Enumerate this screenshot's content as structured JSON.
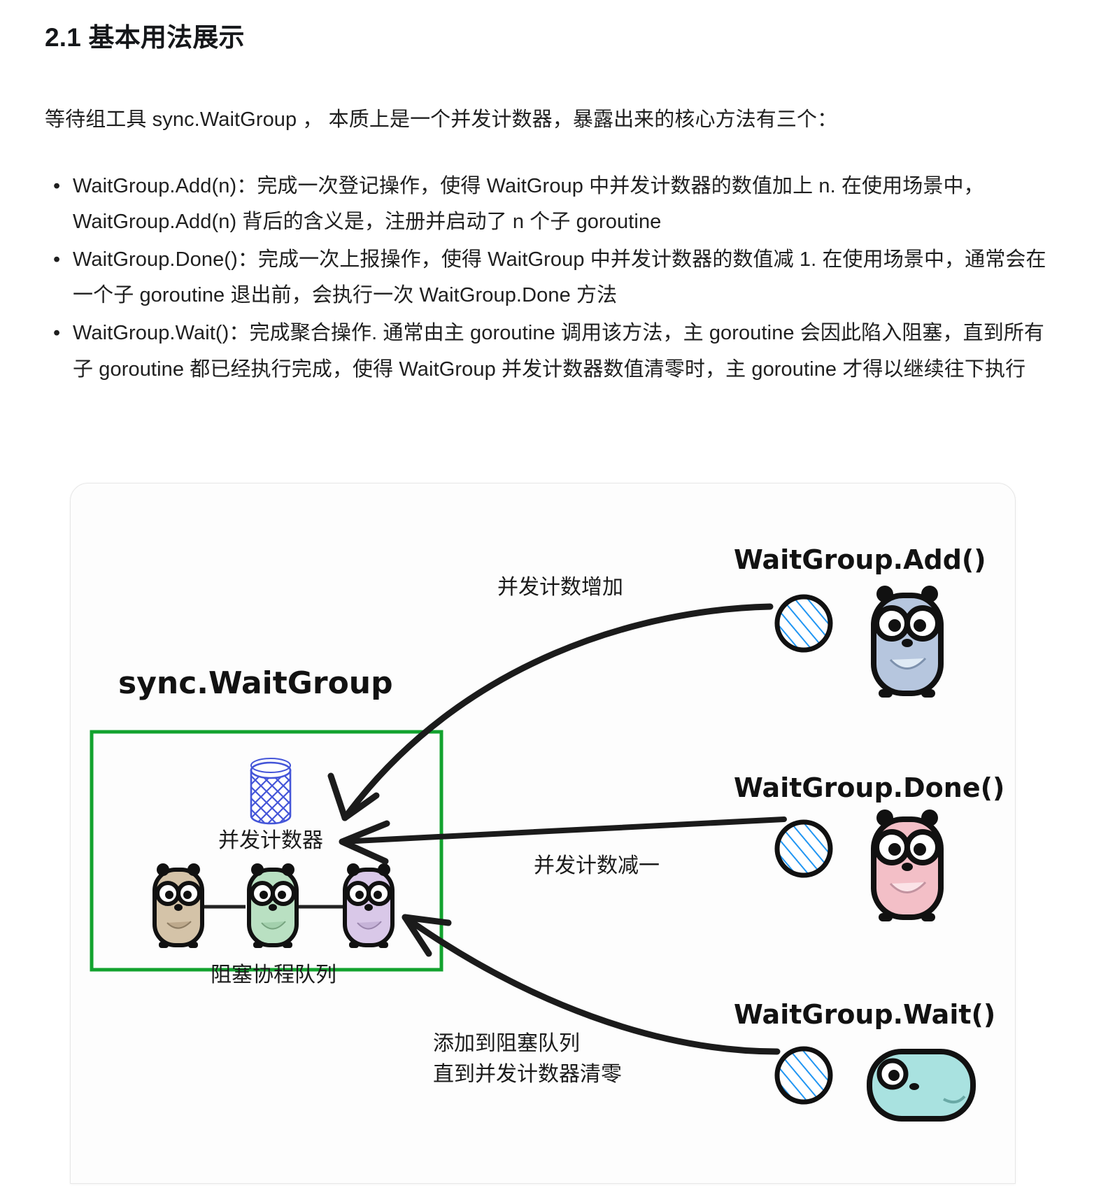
{
  "heading": "2.1 基本用法展示",
  "intro": "等待组工具 sync.WaitGroup ， 本质上是一个并发计数器，暴露出来的核心方法有三个：",
  "bullet_symbol": "•",
  "methods": [
    {
      "text": "WaitGroup.Add(n)：完成一次登记操作，使得 WaitGroup 中并发计数器的数值加上 n. 在使用场景中，WaitGroup.Add(n) 背后的含义是，注册并启动了 n 个子 goroutine"
    },
    {
      "text": "WaitGroup.Done()：完成一次上报操作，使得 WaitGroup 中并发计数器的数值减 1. 在使用场景中，通常会在一个子 goroutine 退出前，会执行一次 WaitGroup.Done 方法"
    },
    {
      "text": "WaitGroup.Wait()：完成聚合操作. 通常由主 goroutine 调用该方法，主 goroutine 会因此陷入阻塞，直到所有子 goroutine 都已经执行完成，使得 WaitGroup 并发计数器数值清零时，主 goroutine 才得以继续往下执行"
    }
  ],
  "diagram": {
    "title": "sync.WaitGroup",
    "box_color": "#12a22e",
    "counter_label": "并发计数器",
    "counter_color": "#3a4bd8",
    "queue_label": "阻塞协程队列",
    "arrow_labels": {
      "add": "并发计数增加",
      "done": "并发计数减一",
      "wait_line1": "添加到阻塞队列",
      "wait_line2": "直到并发计数器清零"
    },
    "methods": [
      {
        "name": "WaitGroup.Add()",
        "gopher_color": "#b6c6de",
        "token_color": "#2196f3"
      },
      {
        "name": "WaitGroup.Done()",
        "gopher_color": "#f3bfc7",
        "token_color": "#2196f3"
      },
      {
        "name": "WaitGroup.Wait()",
        "gopher_color": "#a9e2e0",
        "token_color": "#2196f3"
      }
    ],
    "queue_gophers": [
      {
        "color": "#d4c3a8"
      },
      {
        "color": "#b9e0c2"
      },
      {
        "color": "#d9c8e8"
      }
    ]
  }
}
